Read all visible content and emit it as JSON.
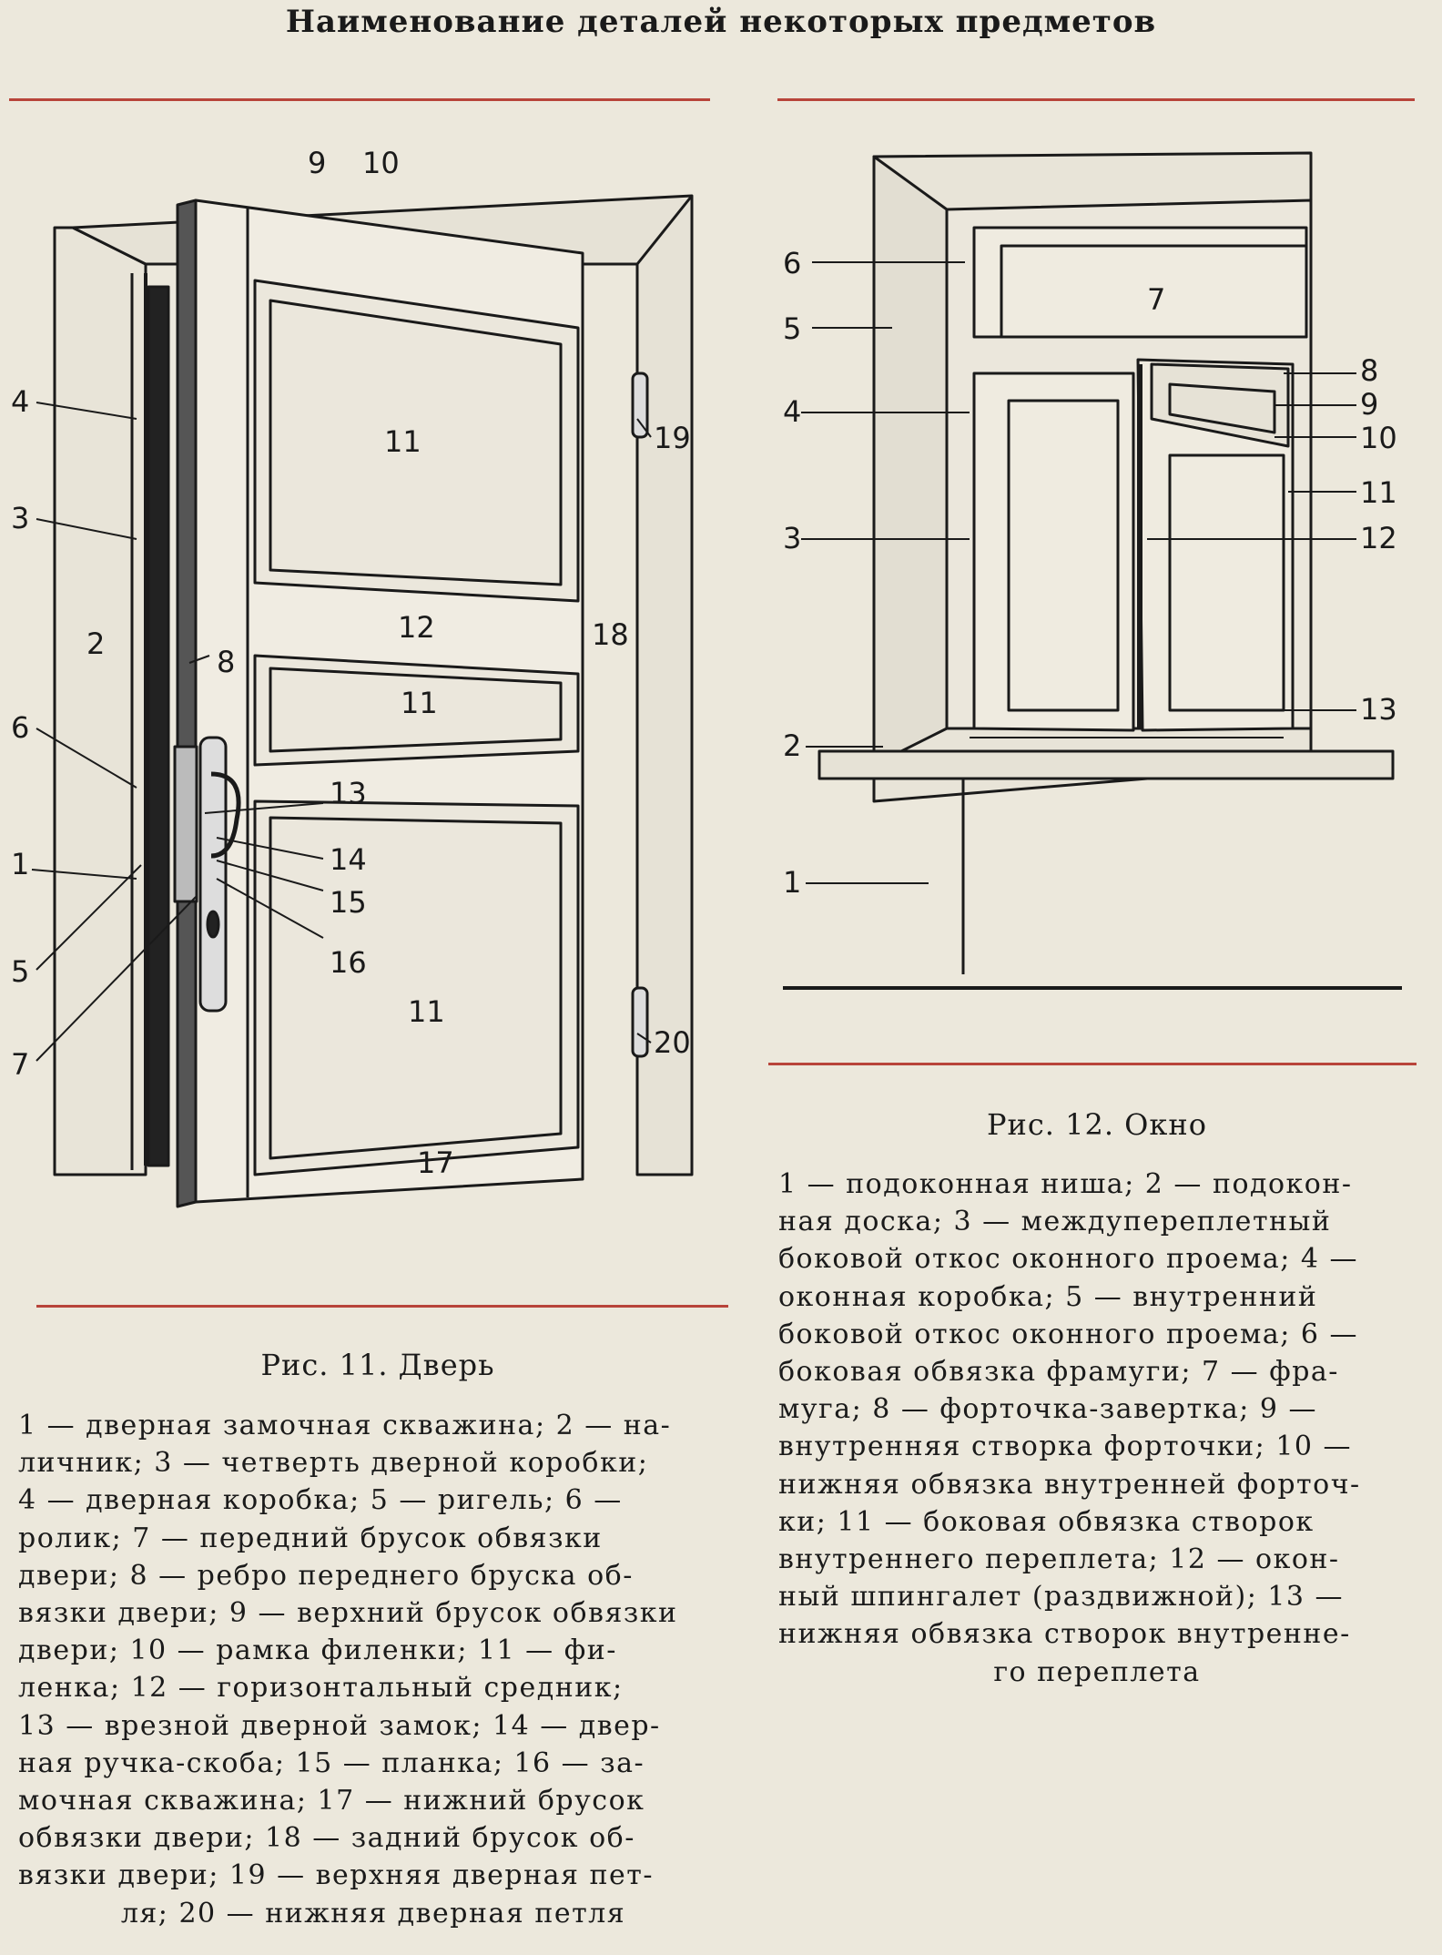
{
  "page_title": "Наименование деталей некоторых предметов",
  "door_figure": {
    "caption": "Рис. 11. Дверь",
    "callouts": [
      "9",
      "10",
      "4",
      "19",
      "11",
      "3",
      "2",
      "12",
      "18",
      "8",
      "11",
      "6",
      "13",
      "1",
      "14",
      "15",
      "5",
      "16",
      "11",
      "20",
      "7",
      "17"
    ],
    "legend_lines": [
      "1 — дверная замочная скважина; 2 — на-",
      "личник; 3 — четверть дверной коробки;",
      "4 — дверная коробка; 5 — ригель; 6 —",
      "ролик; 7 — передний брусок обвязки",
      "двери; 8 — ребро переднего бруска об-",
      "вязки двери; 9 — верхний брусок обвязки",
      "двери; 10 — рамка филенки; 11 — фи-",
      "ленка; 12 — горизонтальный средник;",
      "13 — врезной дверной замок; 14 — двер-",
      "ная ручка-скоба; 15 — планка; 16 — за-",
      "мочная скважина; 17 — нижний брусок",
      "обвязки двери; 18 — задний брусок об-",
      "вязки двери; 19 — верхняя дверная пет-",
      "ля; 20 — нижняя дверная петля"
    ]
  },
  "window_figure": {
    "caption": "Рис. 12. Окно",
    "callouts": [
      "6",
      "7",
      "5",
      "8",
      "4",
      "9",
      "10",
      "11",
      "3",
      "12",
      "13",
      "2",
      "1"
    ],
    "legend_lines": [
      "1 — подоконная ниша; 2 — подокон-",
      "ная доска; 3 — междупереплетный",
      "боковой откос оконного проема; 4 —",
      "оконная коробка; 5 — внутренний",
      "боковой откос оконного проема; 6 —",
      "боковая обвязка фрамуги; 7 — фра-",
      "муга; 8 — форточка-завертка; 9 —",
      "внутренняя створка форточки; 10 —",
      "нижняя обвязка внутренней форточ-",
      "ки; 11 — боковая обвязка створок",
      "внутреннего переплета; 12 — окон-",
      "ный шпингалет (раздвижной); 13 —",
      "нижняя обвязка створок внутренне-",
      "го переплета"
    ]
  },
  "colors": {
    "rule": "#b8443a",
    "paper": "#ece8dc",
    "ink": "#1a1a1a"
  }
}
